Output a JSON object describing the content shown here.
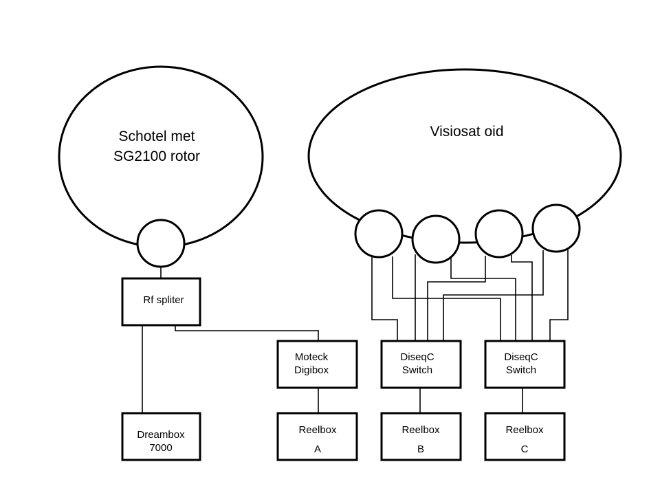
{
  "dish_left": {
    "line1": "Schotel met",
    "line2": "SG2100 rotor"
  },
  "dish_right": {
    "label": "Visiosat oid"
  },
  "splitter": {
    "label": "Rf spliter"
  },
  "moteck": {
    "line1": "Moteck",
    "line2": "Digibox"
  },
  "diseqc_1": {
    "line1": "DiseqC",
    "line2": "Switch"
  },
  "diseqc_2": {
    "line1": "DiseqC",
    "line2": "Switch"
  },
  "dreambox": {
    "line1": "Dreambox",
    "line2": "7000"
  },
  "reelbox_a": {
    "line1": "Reelbox",
    "line2": "A"
  },
  "reelbox_b": {
    "line1": "Reelbox",
    "line2": "B"
  },
  "reelbox_c": {
    "line1": "Reelbox",
    "line2": "C"
  }
}
